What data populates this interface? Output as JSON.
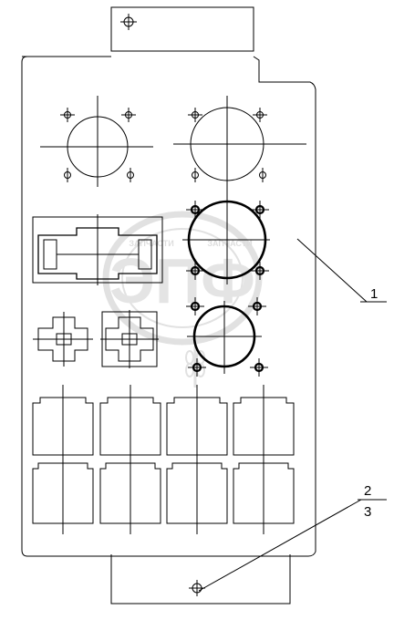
{
  "drawing": {
    "callouts": [
      {
        "id": "1",
        "label": "1"
      },
      {
        "id": "2",
        "label": "2"
      },
      {
        "id": "3",
        "label": "3"
      }
    ]
  },
  "watermark": {
    "brand": "ЭПФ",
    "text_left": "ЗАПЧАСТИ",
    "text_right": "ЗАПЧАСТИ"
  }
}
